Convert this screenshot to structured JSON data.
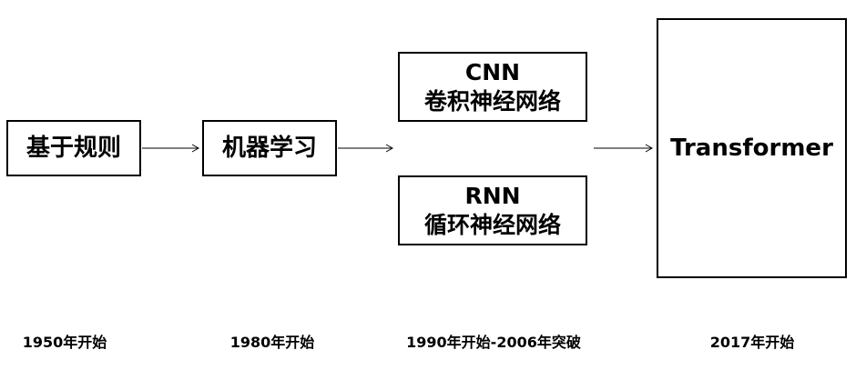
{
  "nodes": {
    "rule_based": {
      "label": "基于规则"
    },
    "machine_learning": {
      "label": "机器学习"
    },
    "cnn": {
      "abbr": "CNN",
      "label": "卷积神经网络"
    },
    "rnn": {
      "abbr": "RNN",
      "label": "循环神经网络"
    },
    "transformer": {
      "label": "Transformer"
    }
  },
  "timeline": {
    "rule_based": "1950年开始",
    "machine_learning": "1980年开始",
    "neural_networks": "1990年开始-2006年突破",
    "transformer": "2017年开始"
  },
  "colors": {
    "stroke": "#000000",
    "background": "#ffffff"
  }
}
